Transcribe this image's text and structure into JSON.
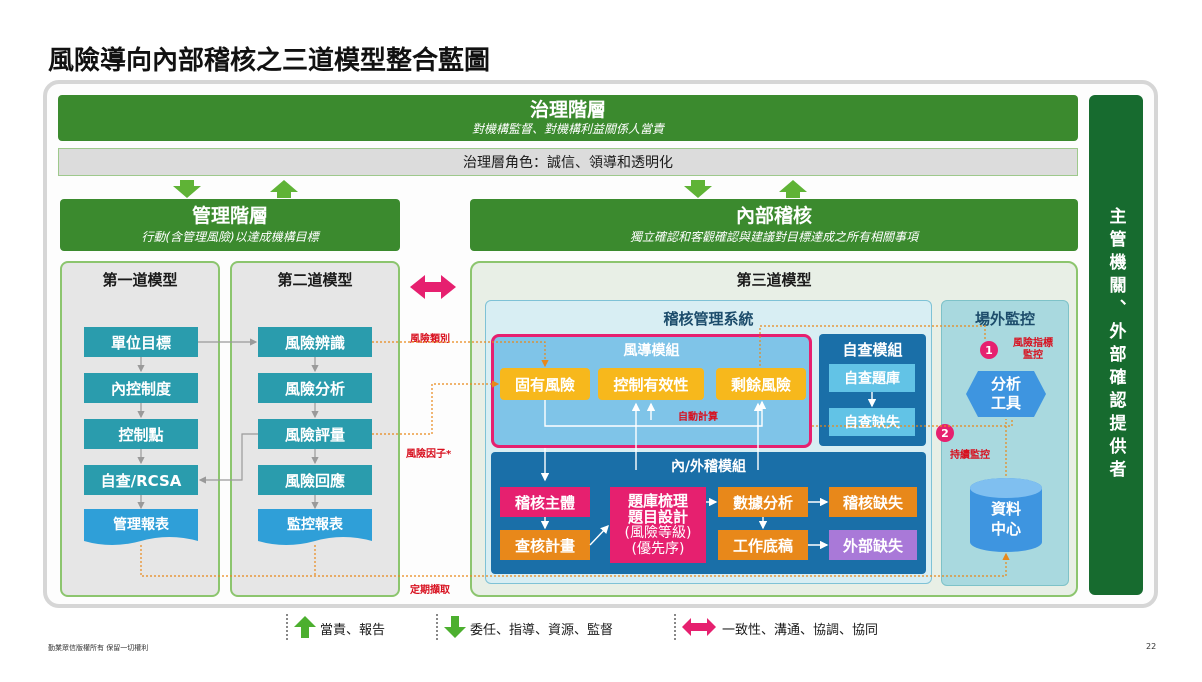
{
  "title": "風險導向內部稽核之三道模型整合藍圖",
  "governance": {
    "title": "治理階層",
    "subtitle": "對機構監督、對機構利益關係人當責",
    "roles": "治理層角色：誠信、領導和透明化"
  },
  "management": {
    "title": "管理階層",
    "subtitle": "行動(含管理風險)以達成機構目標"
  },
  "internal_audit": {
    "title": "內部稽核",
    "subtitle": "獨立確認和客觀確認與建議對目標達成之所有相關事項"
  },
  "line1": {
    "title": "第一道模型",
    "items": [
      "單位目標",
      "內控制度",
      "控制點",
      "自查/RCSA"
    ],
    "report": "管理報表"
  },
  "line2": {
    "title": "第二道模型",
    "items": [
      "風險辨識",
      "風險分析",
      "風險評量",
      "風險回應"
    ],
    "report": "監控報表"
  },
  "line3": {
    "title": "第三道模型",
    "system": "稽核管理系統",
    "risk_module": {
      "title": "風導模組",
      "items": [
        "固有風險",
        "控制有效性",
        "剩餘風險"
      ],
      "auto_calc": "自動計算"
    },
    "self_check": {
      "title": "自查模組",
      "items": [
        "自查題庫",
        "自查缺失"
      ]
    },
    "audit_module": {
      "title": "內/外稽模組",
      "subject": "稽核主體",
      "plan": "查核計畫",
      "bank_lines": [
        "題庫梳理",
        "題目設計"
      ],
      "bank_sub": [
        "(風險等級)",
        "(優先序)"
      ],
      "data_analysis": "數據分析",
      "workpaper": "工作底稿",
      "audit_deficiency": "稽核缺失",
      "external_deficiency": "外部缺失"
    },
    "offsite": {
      "title": "場外監控",
      "tool": [
        "分析",
        "工具"
      ],
      "data_center": [
        "資料",
        "中心"
      ],
      "badge1": "1",
      "badge1_label": [
        "風險指標",
        "監控"
      ],
      "badge2": "2",
      "badge2_label": "持續監控"
    }
  },
  "flow_labels": {
    "risk_category": "風險類別",
    "risk_factor": "風險因子*",
    "periodic_extract": "定期擷取"
  },
  "right_bar": "主管機關、外部確認提供者",
  "legend": {
    "up": "當責、報告",
    "down": "委任、指導、資源、監督",
    "both": "一致性、溝通、協調、協同"
  },
  "footer": {
    "copyright": "勤業眾信版權所有 保留一切權利",
    "page": "22"
  },
  "colors": {
    "green": "#3b8a2e",
    "dark_green": "#176b2f",
    "teal": "#2a9cad",
    "pink": "#e6206f",
    "orange": "#e8881a",
    "yellow": "#f7b81c",
    "blue": "#1a6fa8",
    "light_blue": "#62c3e6",
    "purple": "#a979d8"
  }
}
